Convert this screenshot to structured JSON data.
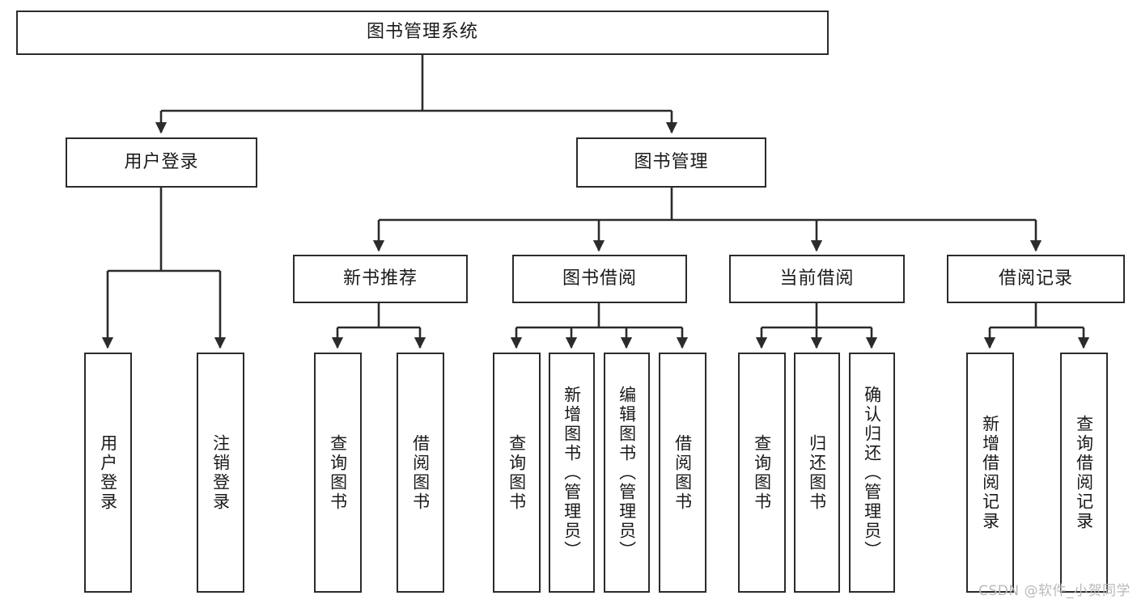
{
  "diagram": {
    "title": "图书管理系统",
    "type": "tree-hierarchy-chart",
    "stroke_color": "#2b2b2b",
    "fill_color": "#ffffff",
    "text_color": "#1a1a1a"
  },
  "nodes": {
    "root": {
      "label": "图书管理系统"
    },
    "level2": [
      {
        "id": "user-login",
        "label": "用户登录"
      },
      {
        "id": "book-management",
        "label": "图书管理"
      }
    ],
    "level3": [
      {
        "id": "new-book-recommend",
        "label": "新书推荐"
      },
      {
        "id": "book-borrow",
        "label": "图书借阅"
      },
      {
        "id": "current-borrow",
        "label": "当前借阅"
      },
      {
        "id": "borrow-record",
        "label": "借阅记录"
      }
    ],
    "leaves": {
      "user_login": [
        {
          "id": "leaf-user-login",
          "label": "用户登录"
        },
        {
          "id": "leaf-logout-login",
          "label": "注销登录"
        }
      ],
      "new_book_recommend": [
        {
          "id": "leaf-query-book-1",
          "label": "查询图书"
        },
        {
          "id": "leaf-borrow-book-1",
          "label": "借阅图书"
        }
      ],
      "book_borrow": [
        {
          "id": "leaf-query-book-2",
          "label": "查询图书"
        },
        {
          "id": "leaf-add-book",
          "label": "新增图书（管理员）"
        },
        {
          "id": "leaf-edit-book",
          "label": "编辑图书（管理员）"
        },
        {
          "id": "leaf-borrow-book-2",
          "label": "借阅图书"
        }
      ],
      "current_borrow": [
        {
          "id": "leaf-query-book-3",
          "label": "查询图书"
        },
        {
          "id": "leaf-return-book",
          "label": "归还图书"
        },
        {
          "id": "leaf-confirm-return",
          "label": "确认归还（管理员）"
        }
      ],
      "borrow_record": [
        {
          "id": "leaf-add-borrow-record",
          "label": "新增借阅记录"
        },
        {
          "id": "leaf-query-borrow-record",
          "label": "查询借阅记录"
        }
      ]
    }
  },
  "watermark": {
    "text": "CSDN @软件_小贺同学",
    "color": "#b9b9b9"
  }
}
